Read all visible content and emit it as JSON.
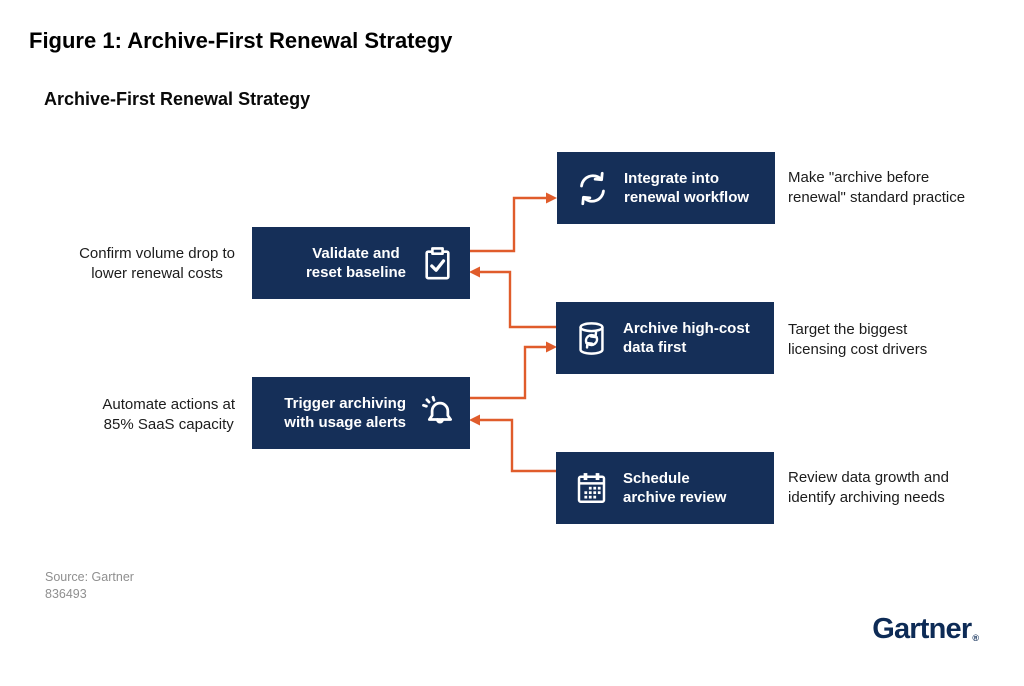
{
  "figure_title": "Figure 1: Archive-First Renewal Strategy",
  "chart_title": "Archive-First Renewal Strategy",
  "steps": [
    {
      "id": "integrate-renewal-workflow",
      "label_line1": "Integrate into",
      "label_line2": "renewal workflow",
      "icon": "sync-arrows-icon",
      "annotation_line1": "Make \"archive before",
      "annotation_line2": "renewal\" standard practice",
      "annotation_side": "right"
    },
    {
      "id": "validate-reset-baseline",
      "label_line1": "Validate and",
      "label_line2": "reset baseline",
      "icon": "clipboard-check-icon",
      "annotation_line1": "Confirm volume drop to",
      "annotation_line2": "lower renewal costs",
      "annotation_side": "left"
    },
    {
      "id": "archive-high-cost-data",
      "label_line1": "Archive high-cost",
      "label_line2": "data first",
      "icon": "database-sync-icon",
      "annotation_line1": "Target the biggest",
      "annotation_line2": "licensing cost drivers",
      "annotation_side": "right"
    },
    {
      "id": "trigger-archiving-alerts",
      "label_line1": "Trigger archiving",
      "label_line2": "with usage alerts",
      "icon": "bell-alert-icon",
      "annotation_line1": "Automate actions at",
      "annotation_line2": "85% SaaS capacity",
      "annotation_side": "left"
    },
    {
      "id": "schedule-archive-review",
      "label_line1": "Schedule",
      "label_line2": "archive review",
      "icon": "calendar-icon",
      "annotation_line1": "Review data growth and",
      "annotation_line2": "identify archiving needs",
      "annotation_side": "right"
    }
  ],
  "flow_order": [
    "schedule-archive-review",
    "trigger-archiving-alerts",
    "archive-high-cost-data",
    "validate-reset-baseline",
    "integrate-renewal-workflow"
  ],
  "source": {
    "line1": "Source: Gartner",
    "line2": "836493"
  },
  "logo": {
    "text": "Gartner",
    "registered_mark": "®"
  },
  "colors": {
    "box_navy": "#152F58",
    "arrow_orange": "#E05C2B",
    "box_text": "#FFFFFF",
    "annotation_text": "#1C1C1C",
    "source_gray": "#8F8F8F",
    "logo_navy": "#0D2B56",
    "background": "#FFFFFF"
  }
}
